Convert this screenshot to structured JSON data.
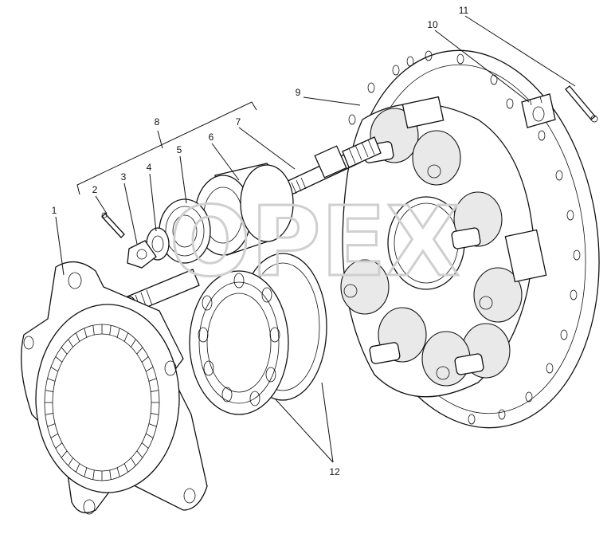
{
  "callouts": [
    {
      "id": "1",
      "label": "1"
    },
    {
      "id": "2",
      "label": "2"
    },
    {
      "id": "3",
      "label": "3"
    },
    {
      "id": "4",
      "label": "4"
    },
    {
      "id": "5",
      "label": "5"
    },
    {
      "id": "6",
      "label": "6"
    },
    {
      "id": "7",
      "label": "7"
    },
    {
      "id": "8",
      "label": "8"
    },
    {
      "id": "9",
      "label": "9"
    },
    {
      "id": "10",
      "label": "10"
    },
    {
      "id": "11",
      "label": "11"
    },
    {
      "id": "12",
      "label": "12"
    }
  ],
  "watermark": {
    "text": "OPEX"
  }
}
